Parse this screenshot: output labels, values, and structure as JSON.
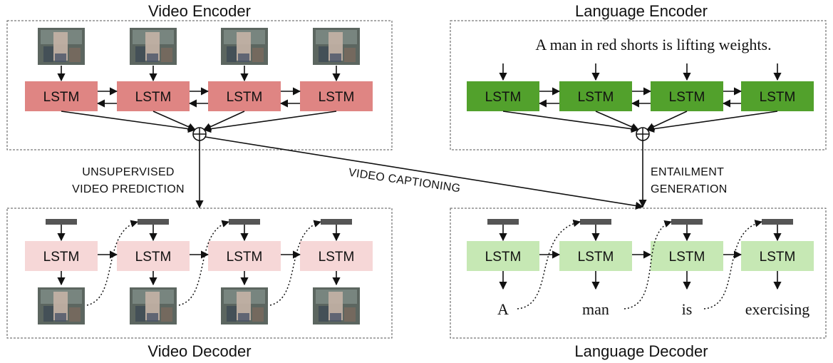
{
  "titles": {
    "video_encoder": "Video Encoder",
    "language_encoder": "Language Encoder",
    "video_decoder": "Video Decoder",
    "language_decoder": "Language Decoder"
  },
  "cell_label": "LSTM",
  "input_sentence": "A man in red shorts is lifting weights.",
  "output_words": [
    "A",
    "man",
    "is",
    "exercising"
  ],
  "tasks": {
    "video_prediction_line1": "UNSUPERVISED",
    "video_prediction_line2": "VIDEO PREDICTION",
    "captioning": "VIDEO CAPTIONING",
    "entailment_line1": "ENTAILMENT",
    "entailment_line2": "GENERATION"
  },
  "colors": {
    "video_encoder_cell": "#df8583",
    "language_encoder_cell": "#52a12c",
    "video_decoder_cell": "#f6d7d7",
    "language_decoder_cell": "#c6e8b4",
    "input_token_bar": "#555555"
  }
}
